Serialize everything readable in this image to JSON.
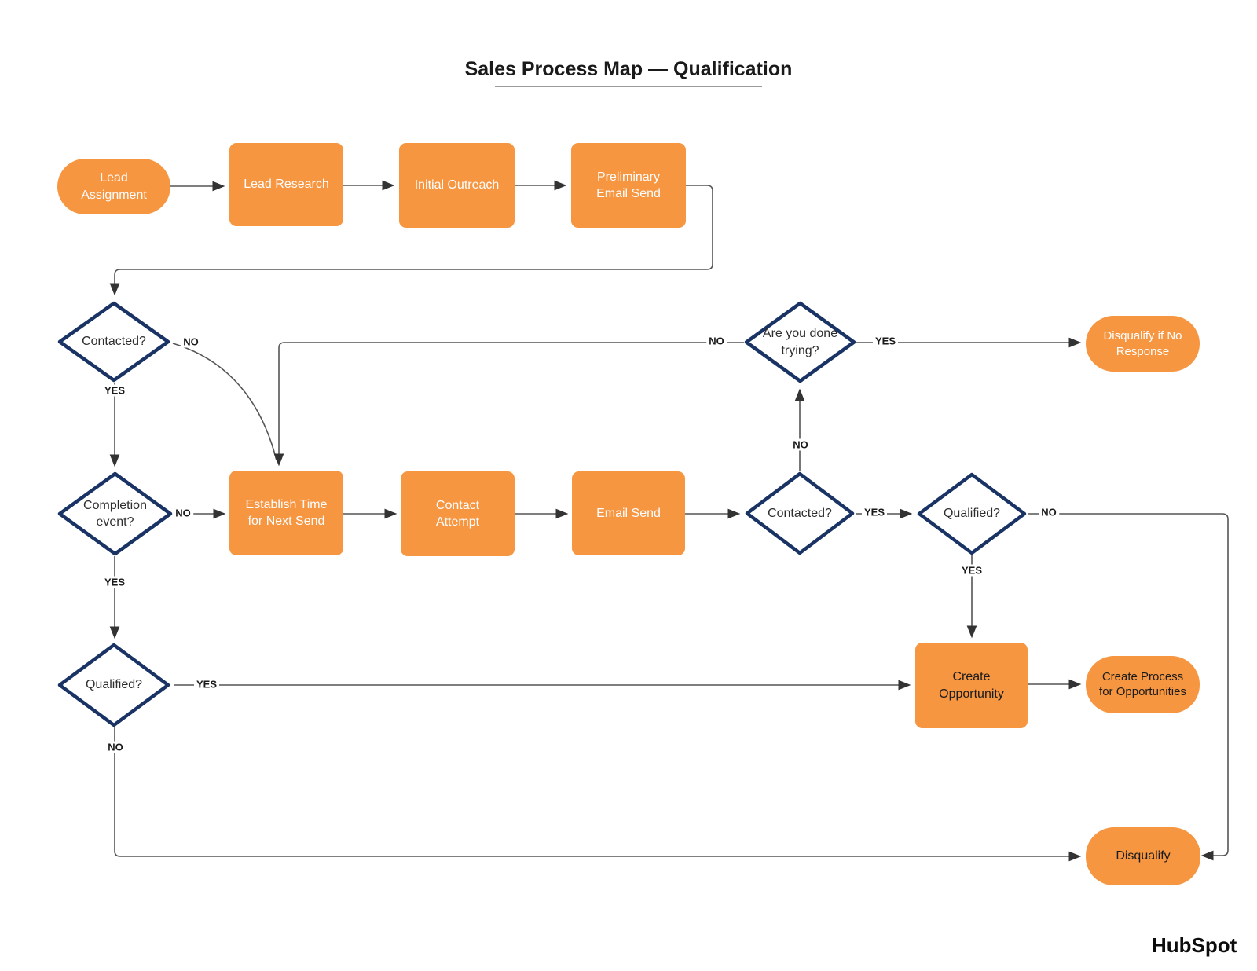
{
  "title": "Sales Process Map — Qualification",
  "brand": "HubSpot",
  "colors": {
    "node_fill": "#F79641",
    "diamond_border": "#1A3365",
    "connector": "#555555",
    "arrowhead": "#333333"
  },
  "nodes": {
    "lead_assignment": {
      "label": "Lead Assignment",
      "shape": "terminator"
    },
    "lead_research": {
      "label": "Lead Research",
      "shape": "process"
    },
    "initial_outreach": {
      "label": "Initial Outreach",
      "shape": "process"
    },
    "preliminary_email_send": {
      "label": "Preliminary Email Send",
      "shape": "process"
    },
    "contacted_1": {
      "label": "Contacted?",
      "shape": "decision"
    },
    "completion_event": {
      "label": "Completion event?",
      "shape": "decision"
    },
    "qualified_1": {
      "label": "Qualified?",
      "shape": "decision"
    },
    "establish_time": {
      "label": "Establish Time for Next Send",
      "shape": "process"
    },
    "contact_attempt": {
      "label": "Contact Attempt",
      "shape": "process"
    },
    "email_send": {
      "label": "Email Send",
      "shape": "process"
    },
    "contacted_2": {
      "label": "Contacted?",
      "shape": "decision"
    },
    "are_you_done_trying": {
      "label": "Are you done trying?",
      "shape": "decision"
    },
    "qualified_2": {
      "label": "Qualified?",
      "shape": "decision"
    },
    "create_opportunity": {
      "label": "Create Opportunity",
      "shape": "process"
    },
    "disqualify_if_no_response": {
      "label": "Disqualify if No Response",
      "shape": "terminator"
    },
    "create_process_for_opportunities": {
      "label": "Create Process for Opportunities",
      "shape": "terminator"
    },
    "disqualify": {
      "label": "Disqualify",
      "shape": "terminator"
    }
  },
  "edge_labels": {
    "contacted1_no": "NO",
    "contacted1_yes": "YES",
    "completion_no": "NO",
    "completion_yes": "YES",
    "qualified1_yes": "YES",
    "qualified1_no": "NO",
    "done_no": "NO",
    "done_yes": "YES",
    "contacted2_no": "NO",
    "contacted2_yes": "YES",
    "qualified2_no": "NO",
    "qualified2_yes": "YES"
  }
}
